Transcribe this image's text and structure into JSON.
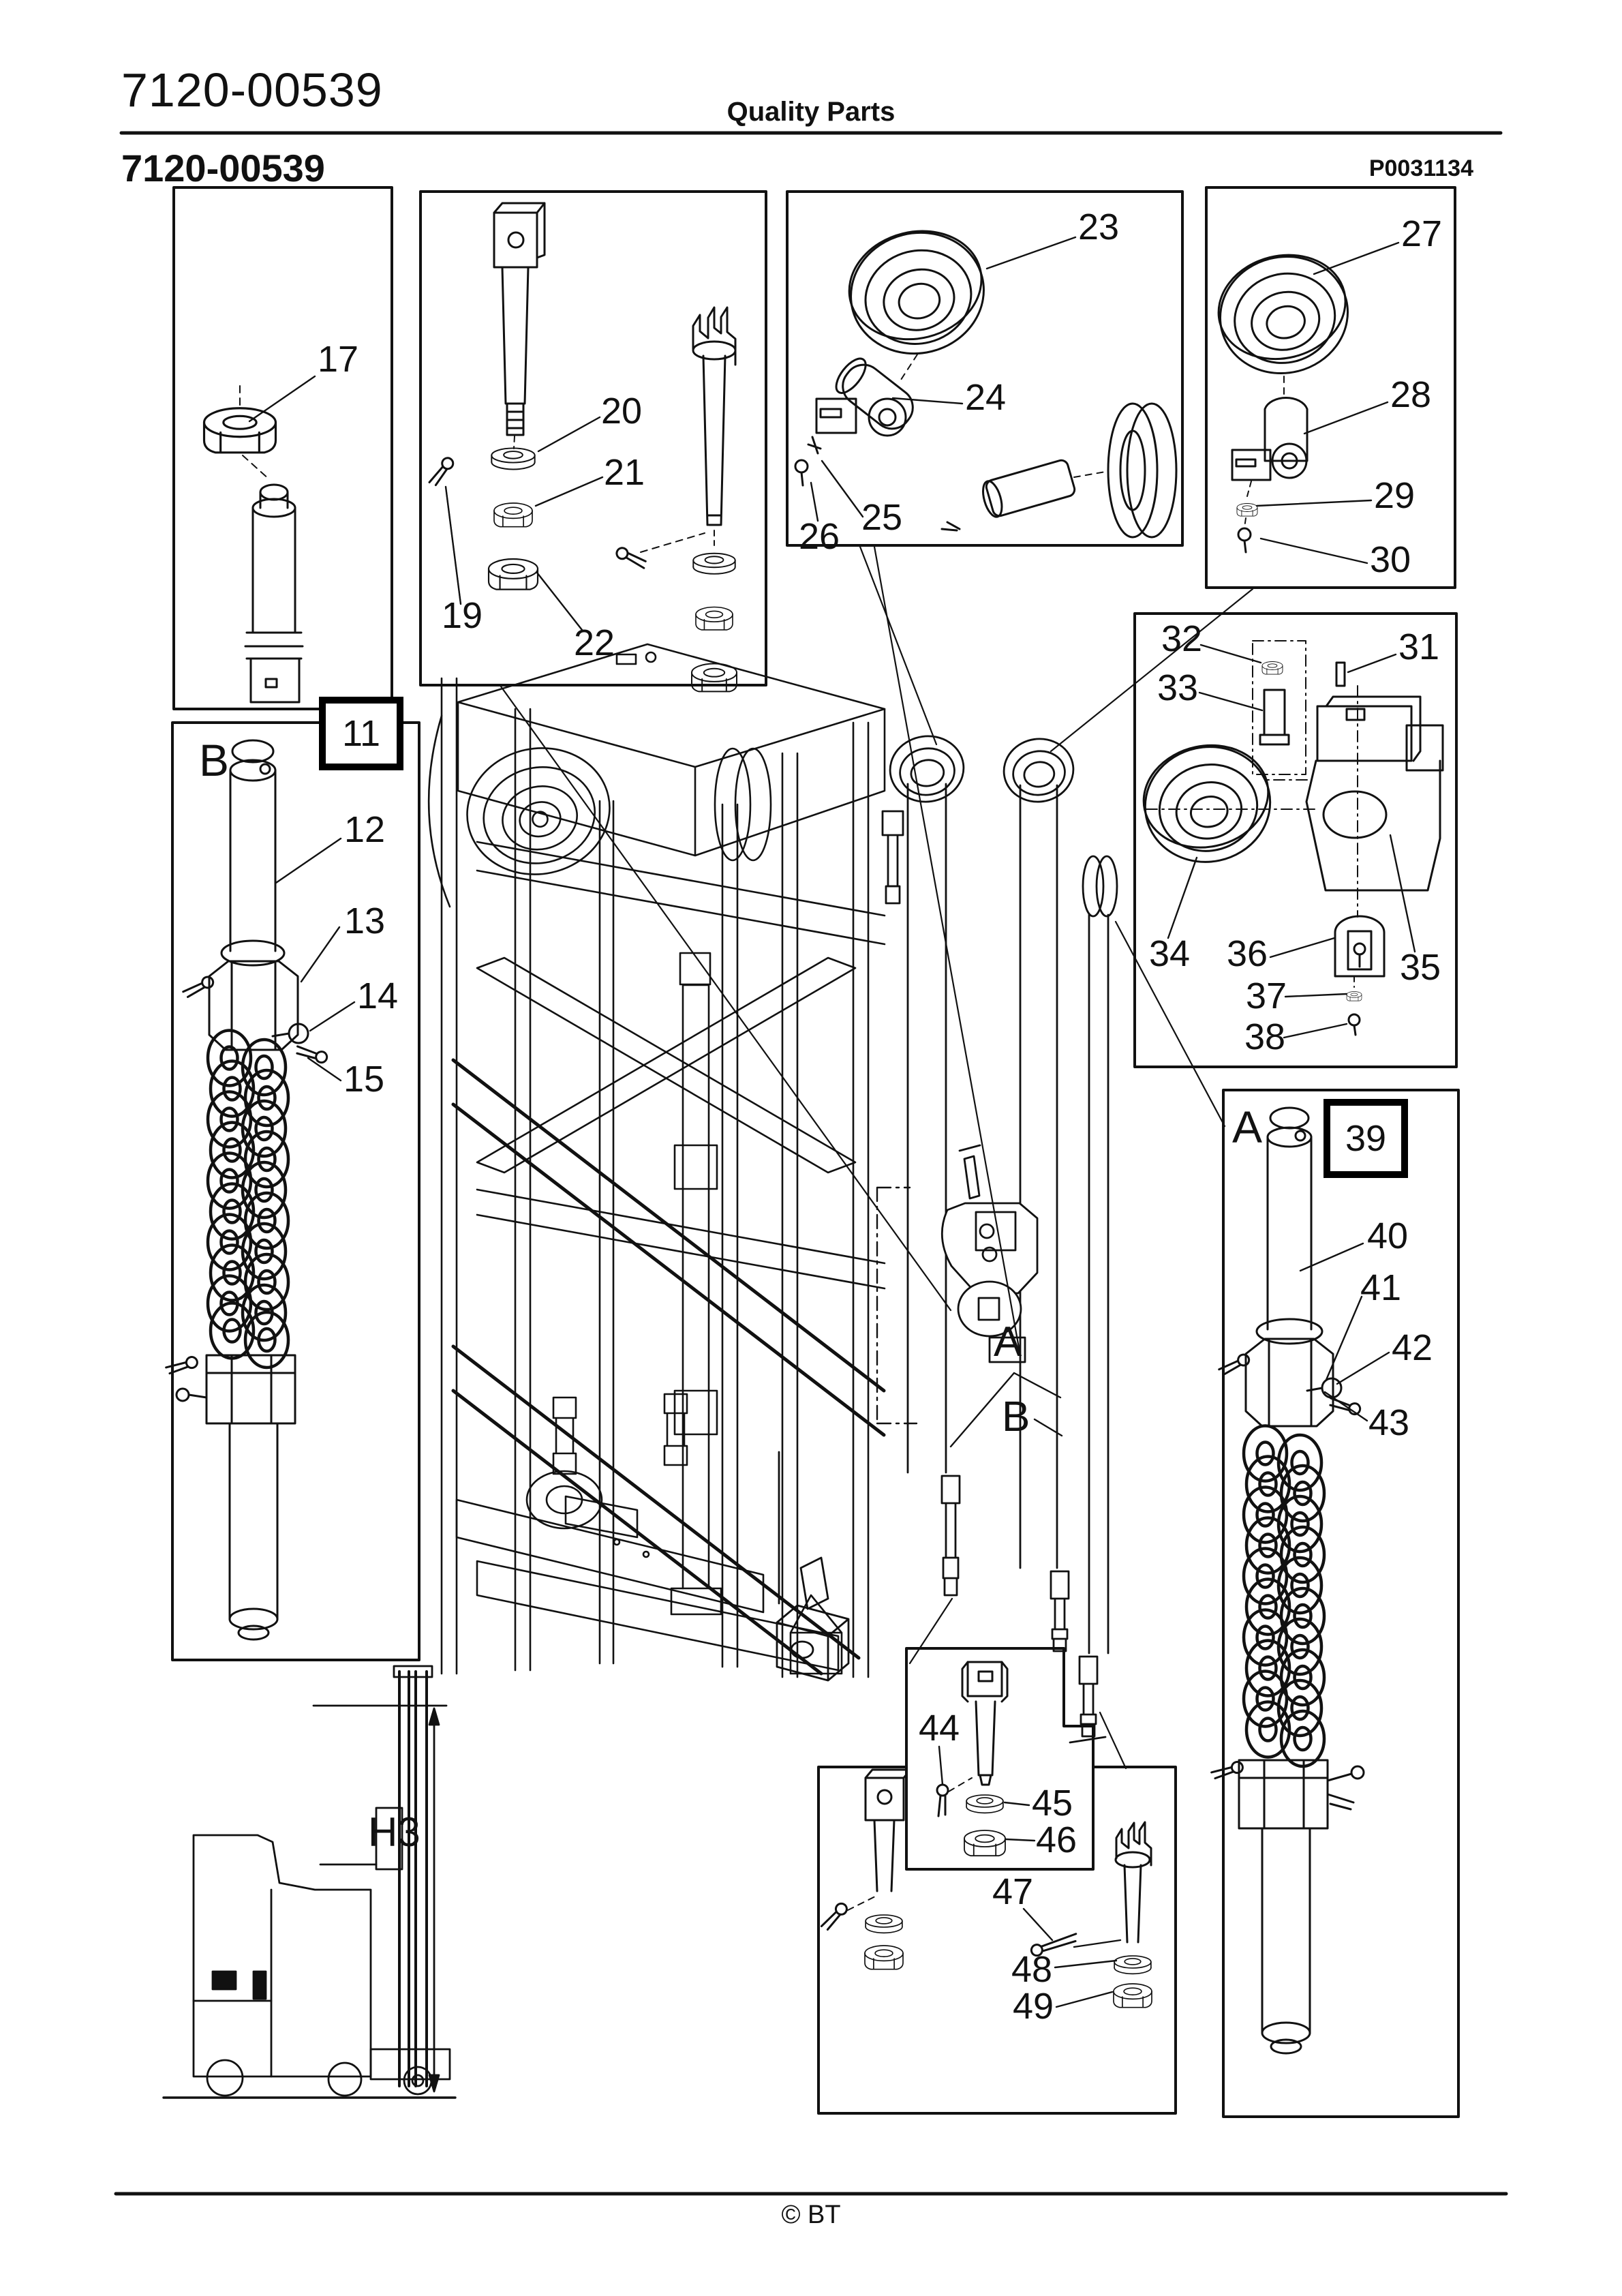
{
  "header": {
    "title": "7120-00539",
    "center": "Quality Parts",
    "subtitle": "7120-00539",
    "doc_number": "P0031134"
  },
  "footer": {
    "copyright": "© BT"
  },
  "views": {
    "view_b_letter": "B",
    "view_a_letter": "A",
    "view_b_ref": "11",
    "view_a_ref": "39",
    "chain_a_label": "A",
    "chain_b_label": "B",
    "height_dim_label": "H3"
  },
  "callouts": {
    "n17": "17",
    "n19": "19",
    "n20": "20",
    "n21": "21",
    "n22": "22",
    "n23": "23",
    "n24": "24",
    "n25": "25",
    "n26": "26",
    "n27": "27",
    "n28": "28",
    "n29": "29",
    "n30": "30",
    "n31": "31",
    "n32": "32",
    "n33": "33",
    "n34": "34",
    "n35": "35",
    "n36": "36",
    "n37": "37",
    "n38": "38",
    "n40": "40",
    "n41": "41",
    "n42": "42",
    "n43": "43",
    "n44": "44",
    "n45": "45",
    "n46": "46",
    "n47": "47",
    "n48": "48",
    "n49": "49"
  }
}
